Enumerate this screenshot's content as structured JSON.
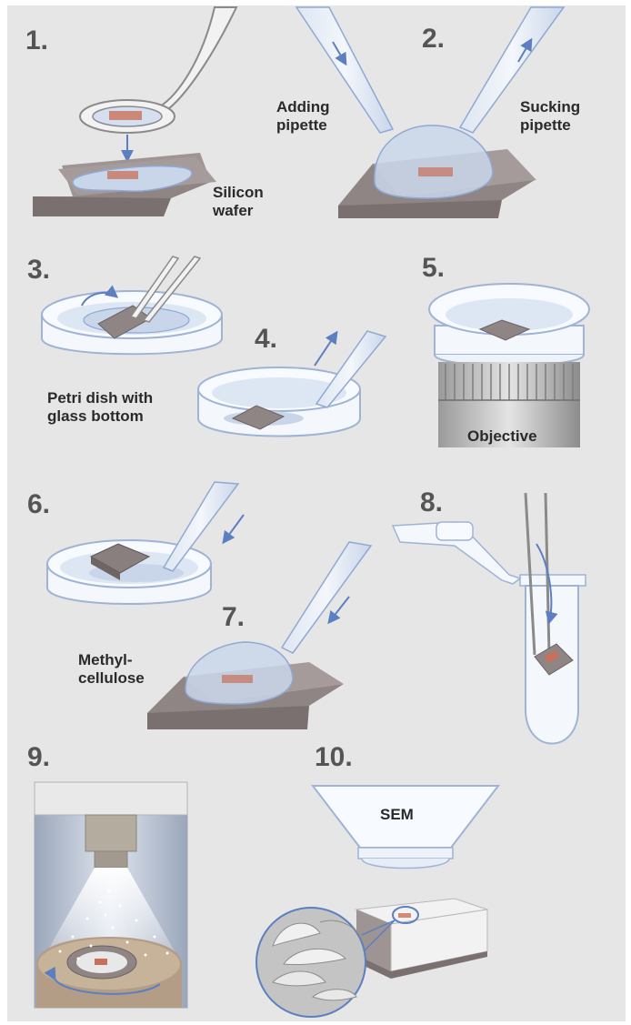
{
  "steps": {
    "s1": "1.",
    "s2": "2.",
    "s3": "3.",
    "s4": "4.",
    "s5": "5.",
    "s6": "6.",
    "s7": "7.",
    "s8": "8.",
    "s9": "9.",
    "s10": "10."
  },
  "labels": {
    "adding_pipette": "Adding\npipette",
    "sucking_pipette": "Sucking\npipette",
    "silicon_wafer": "Silicon\nwafer",
    "petri_dish": "Petri dish with\nglass bottom",
    "objective": "Objective",
    "methylcellulose": "Methyl-\ncellulose",
    "sem": "SEM"
  },
  "colors": {
    "background": "#e6e6e6",
    "wafer_top": "#9e9494",
    "wafer_side": "#7a7070",
    "liquid": "#c9d6ea",
    "arrow": "#5b7fc0",
    "section_rust": "#c8705a"
  }
}
